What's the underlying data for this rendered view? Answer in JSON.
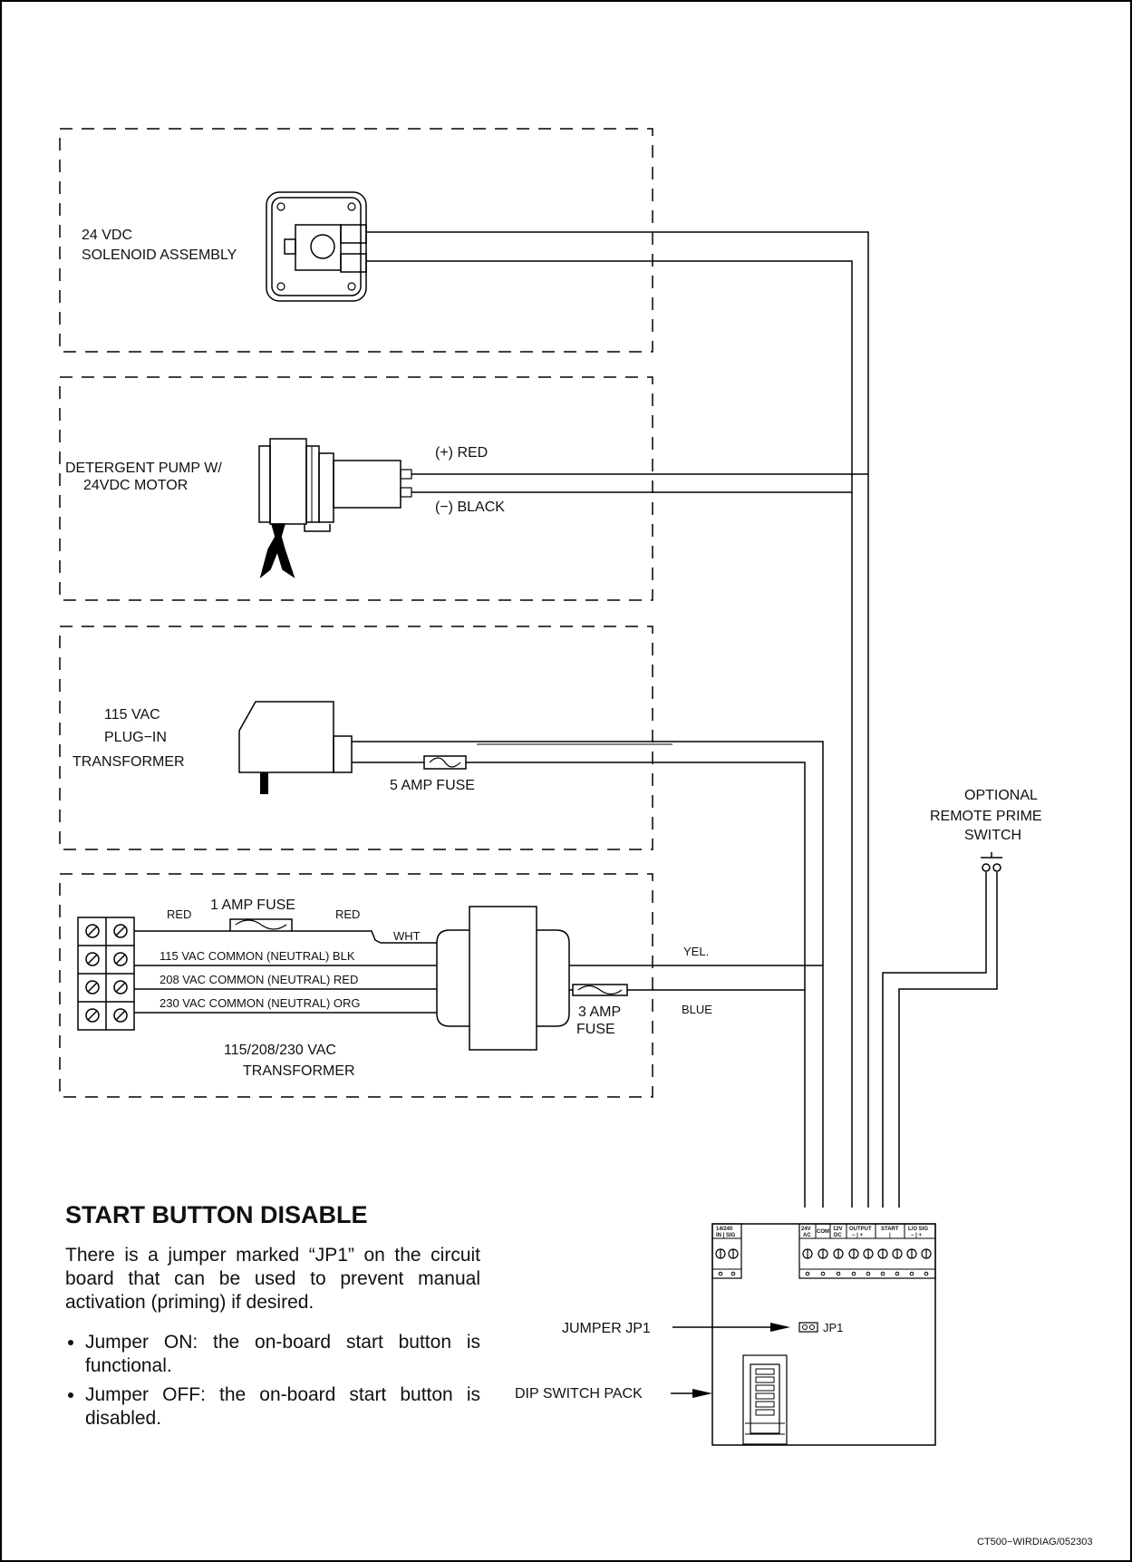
{
  "solenoid": {
    "line1": "24 VDC",
    "line2": "SOLENOID ASSEMBLY"
  },
  "pump": {
    "line1": "DETERGENT PUMP W/",
    "line2": "24VDC MOTOR",
    "pos_wire": "(+) RED",
    "neg_wire": "(−) BLACK"
  },
  "plugin": {
    "line1": "115 VAC",
    "line2": "PLUG−IN",
    "line3": "TRANSFORMER",
    "fuse": "5 AMP FUSE"
  },
  "transformer": {
    "fuse1": "1 AMP FUSE",
    "red_left": "RED",
    "red_right": "RED",
    "wht": "WHT",
    "line115": "115 VAC COMMON (NEUTRAL) BLK",
    "line208": "208 VAC COMMON (NEUTRAL) RED",
    "line230": "230 VAC COMMON (NEUTRAL) ORG",
    "fuse3_line1": "3 AMP",
    "fuse3_line2": "FUSE",
    "yel": "YEL.",
    "blue": "BLUE",
    "title1": "115/208/230 VAC",
    "title2": "TRANSFORMER"
  },
  "prime_switch": {
    "line1": "OPTIONAL",
    "line2": "REMOTE PRIME",
    "line3": "SWITCH"
  },
  "board": {
    "term_left_1": "14/240",
    "term_left_2": "IN | SIG",
    "term_24v_1": "24V",
    "term_24v_2": "AC",
    "term_com": "COM",
    "term_12v_1": "12V",
    "term_12v_2": "DC",
    "term_out_1": "OUTPUT",
    "term_out_2": "− | +",
    "term_start_1": "START",
    "term_start_2": "|",
    "term_lo_1": "L/O SIG",
    "term_lo_2": "− | +",
    "jp1": "JP1",
    "jumper_label": "JUMPER JP1",
    "dip_label": "DIP SWITCH PACK"
  },
  "note": {
    "title": "START BUTTON DISABLE",
    "body": "There is a jumper marked “JP1” on the circuit board that can be used to prevent manual activation (priming) if desired.",
    "bullets": [
      "Jumper ON: the on-board start button is functional.",
      "Jumper OFF: the on-board start button is disabled."
    ]
  },
  "drawing_id": "CT500−WIRDIAG/052303"
}
